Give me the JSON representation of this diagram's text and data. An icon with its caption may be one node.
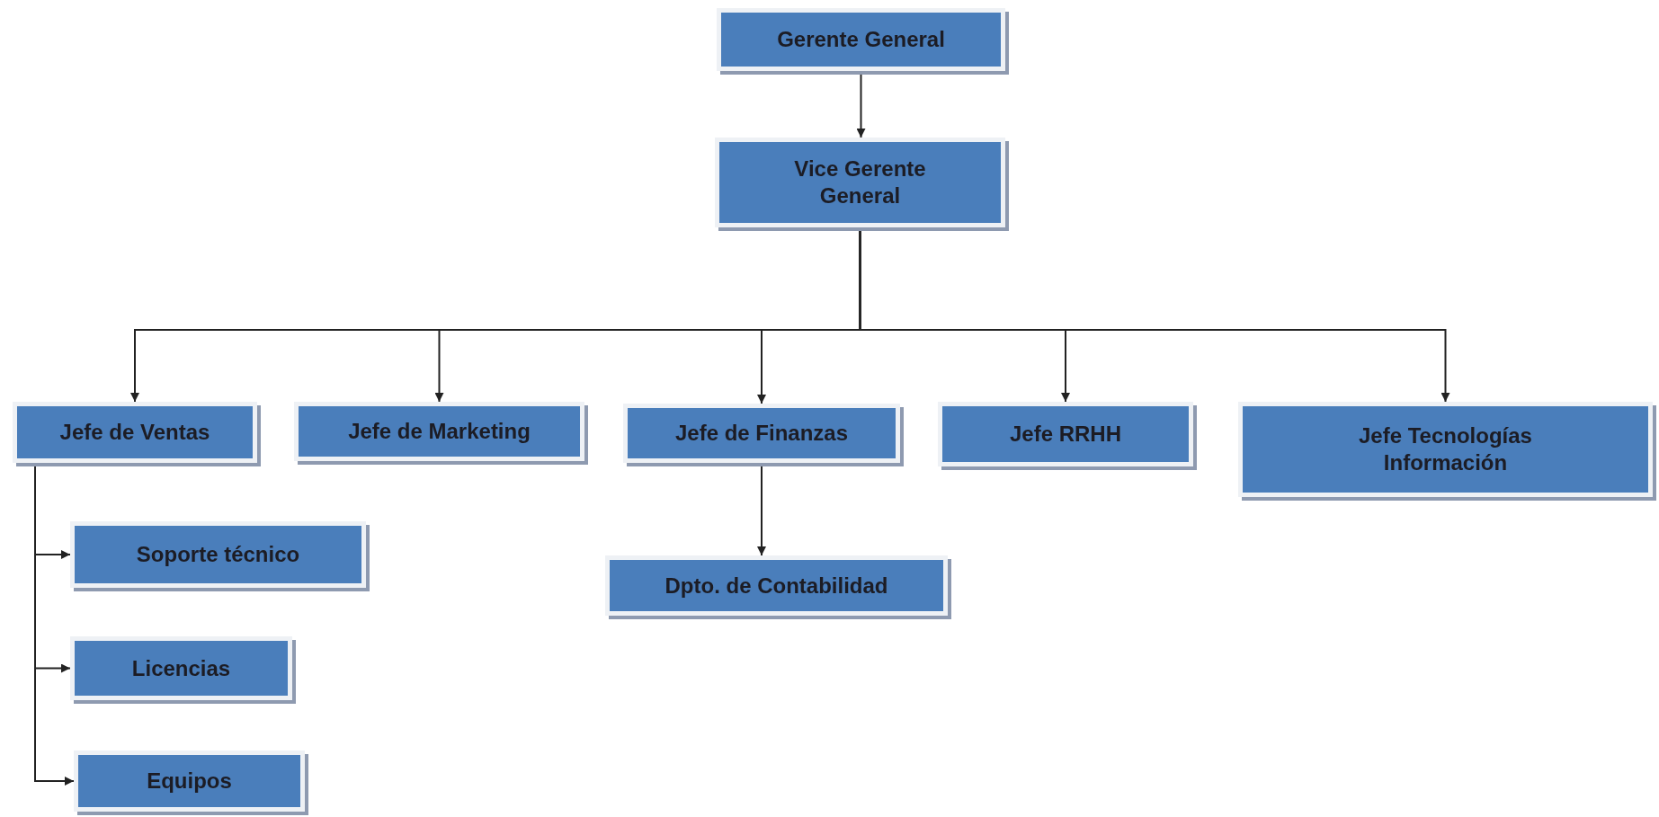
{
  "diagram": {
    "nodes": [
      {
        "text": [
          "Gerente General"
        ]
      },
      {
        "text": [
          "Vice Gerente General"
        ]
      },
      {
        "text": [
          "Jefe de Ventas"
        ]
      },
      {
        "text": [
          "Jefe de Marketing"
        ]
      },
      {
        "text": [
          "Jefe de Finanzas"
        ]
      },
      {
        "text": [
          "Jefe RRHH"
        ]
      },
      {
        "text": [
          "Jefe Tecnologías Información"
        ]
      },
      {
        "text": [
          "Soporte técnico"
        ]
      },
      {
        "text": [
          "Licencias"
        ]
      },
      {
        "text": [
          "Equipos"
        ]
      },
      {
        "text": [
          "Dpto. de Contabilidad"
        ]
      }
    ],
    "edges": [
      {
        "from": 0,
        "to": 1,
        "arrow": "to"
      },
      {
        "from": 1,
        "to": 2,
        "arrow": "to"
      },
      {
        "from": 1,
        "to": 3,
        "arrow": "to"
      },
      {
        "from": 1,
        "to": 4,
        "arrow": "to"
      },
      {
        "from": 1,
        "to": 5,
        "arrow": "to"
      },
      {
        "from": 1,
        "to": 6,
        "arrow": "to"
      },
      {
        "from": 2,
        "to": 7,
        "arrow": "to"
      },
      {
        "from": 2,
        "to": 8,
        "arrow": "to"
      },
      {
        "from": 2,
        "to": 9,
        "arrow": "to"
      },
      {
        "from": 4,
        "to": 10,
        "arrow": "to"
      }
    ]
  }
}
